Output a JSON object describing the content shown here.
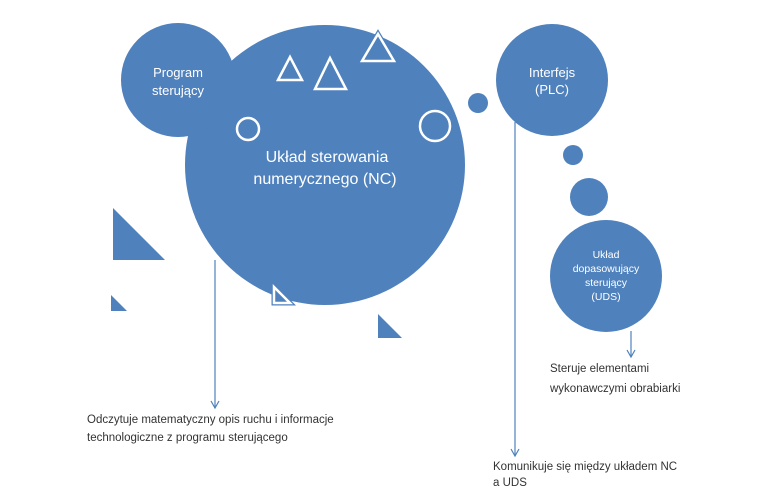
{
  "circles": {
    "program": {
      "lines": [
        "Program",
        "sterujący"
      ]
    },
    "nc": {
      "lines": [
        "Układ sterowania",
        "numerycznego (NC)"
      ]
    },
    "plc": {
      "lines": [
        "Interfejs",
        "(PLC)"
      ]
    },
    "uds": {
      "lines": [
        "Układ",
        "dopasowujący",
        "sterujący",
        "(UDS)"
      ]
    }
  },
  "notes": {
    "nc": {
      "lines": [
        "Odczytuje matematyczny opis ruchu i informacje",
        "technologiczne z programu sterującego"
      ]
    },
    "plc": {
      "lines": [
        "Komunikuje się między układem NC",
        "a UDS"
      ]
    },
    "uds": {
      "lines": [
        "Steruje elementami",
        "wykonawczymi obrabiarki"
      ]
    }
  },
  "colors": {
    "shape": "#4f81bd",
    "note_text": "#333333",
    "label_text": "#ffffff"
  }
}
